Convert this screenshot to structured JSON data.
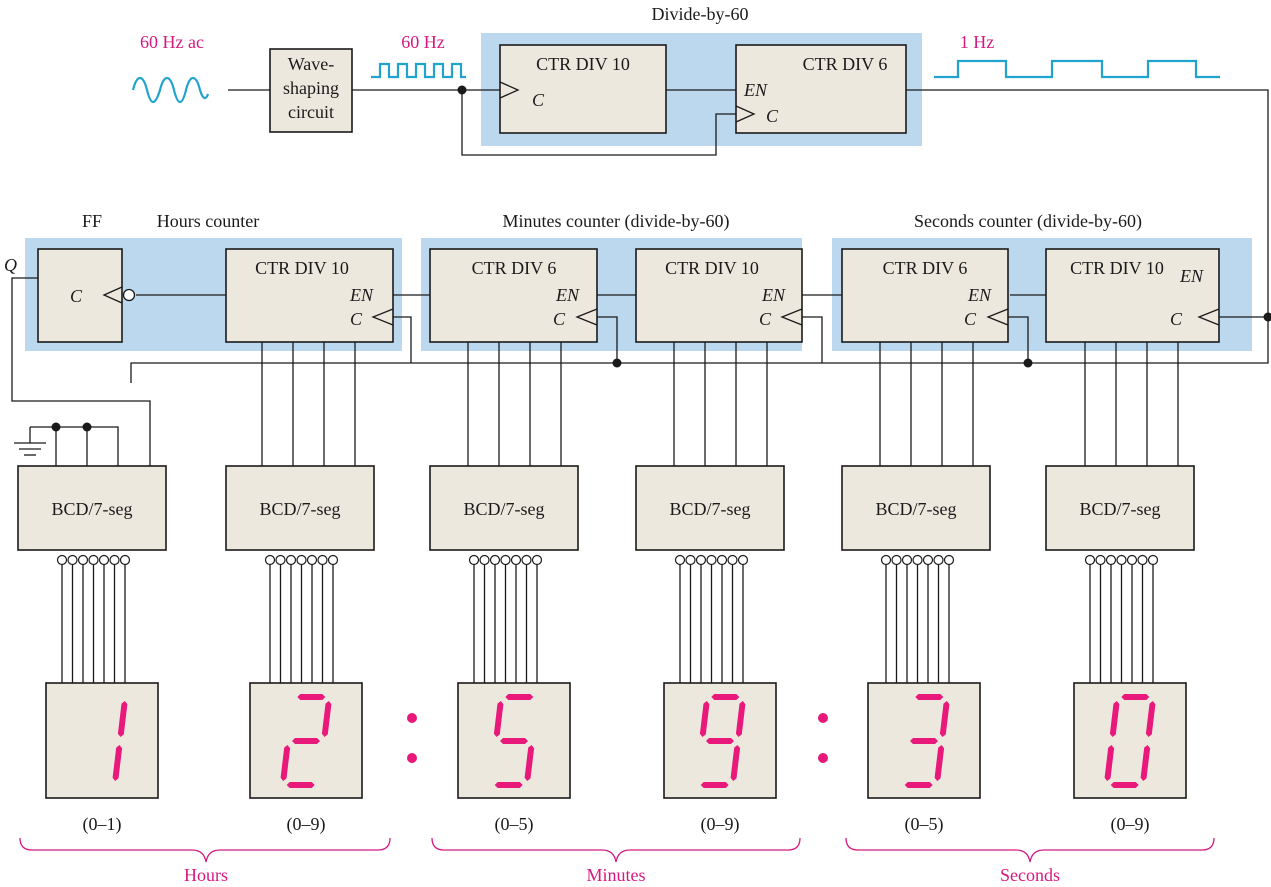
{
  "labels": {
    "signal_60hz_ac": "60 Hz ac",
    "signal_60hz": "60 Hz",
    "signal_1hz": "1 Hz",
    "divide_by_60": "Divide-by-60",
    "hours_counter": "Hours counter",
    "minutes_counter": "Minutes counter (divide-by-60)",
    "seconds_counter": "Seconds counter (divide-by-60)",
    "ff": "FF",
    "q_output": "Q"
  },
  "waveshaper": {
    "line1": "Wave-",
    "line2": "shaping",
    "line3": "circuit"
  },
  "blocks": {
    "prescaler_div10": {
      "title": "CTR DIV 10",
      "c": "C"
    },
    "prescaler_div6": {
      "title": "CTR DIV 6",
      "en": "EN",
      "c": "C"
    },
    "ff_box": {
      "c": "C"
    },
    "hours_div10": {
      "title": "CTR DIV 10",
      "en": "EN",
      "c": "C"
    },
    "minutes_div6": {
      "title": "CTR DIV 6",
      "en": "EN",
      "c": "C"
    },
    "minutes_div10": {
      "title": "CTR DIV 10",
      "en": "EN",
      "c": "C"
    },
    "seconds_div6": {
      "title": "CTR DIV 6",
      "en": "EN",
      "c": "C"
    },
    "seconds_div10": {
      "title": "CTR DIV 10",
      "en": "EN",
      "c": "C"
    }
  },
  "decoders": [
    {
      "label": "BCD/7-seg"
    },
    {
      "label": "BCD/7-seg"
    },
    {
      "label": "BCD/7-seg"
    },
    {
      "label": "BCD/7-seg"
    },
    {
      "label": "BCD/7-seg"
    },
    {
      "label": "BCD/7-seg"
    }
  ],
  "displays": [
    {
      "digit": "1",
      "range": "(0–1)"
    },
    {
      "digit": "2",
      "range": "(0–9)"
    },
    {
      "digit": "5",
      "range": "(0–5)"
    },
    {
      "digit": "9",
      "range": "(0–9)"
    },
    {
      "digit": "3",
      "range": "(0–5)"
    },
    {
      "digit": "0",
      "range": "(0–9)"
    }
  ],
  "groups": {
    "hours": "Hours",
    "minutes": "Minutes",
    "seconds": "Seconds"
  },
  "colors": {
    "segment": "#e8197a",
    "label": "#d6197f",
    "waveform": "#21a3cf",
    "group_fill": "#bcd8ee",
    "box_fill": "#ede8de"
  }
}
